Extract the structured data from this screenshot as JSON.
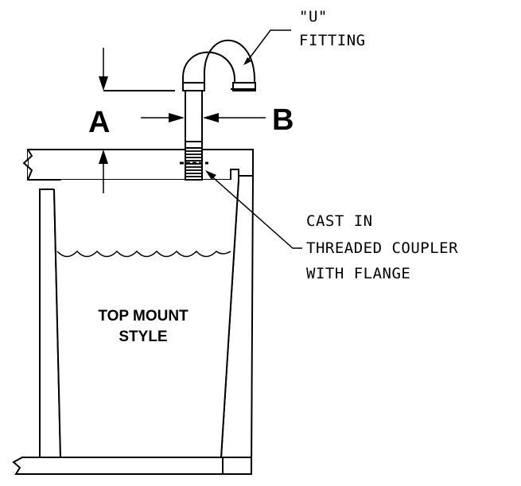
{
  "labels": {
    "u_fitting_line1": "\"U\"",
    "u_fitting_line2": "FITTING",
    "dim_a": "A",
    "dim_b": "B",
    "coupler_line1": "CAST IN",
    "coupler_line2": "THREADED COUPLER",
    "coupler_line3": "WITH FLANGE",
    "center_line1": "TOP MOUNT",
    "center_line2": "STYLE"
  }
}
